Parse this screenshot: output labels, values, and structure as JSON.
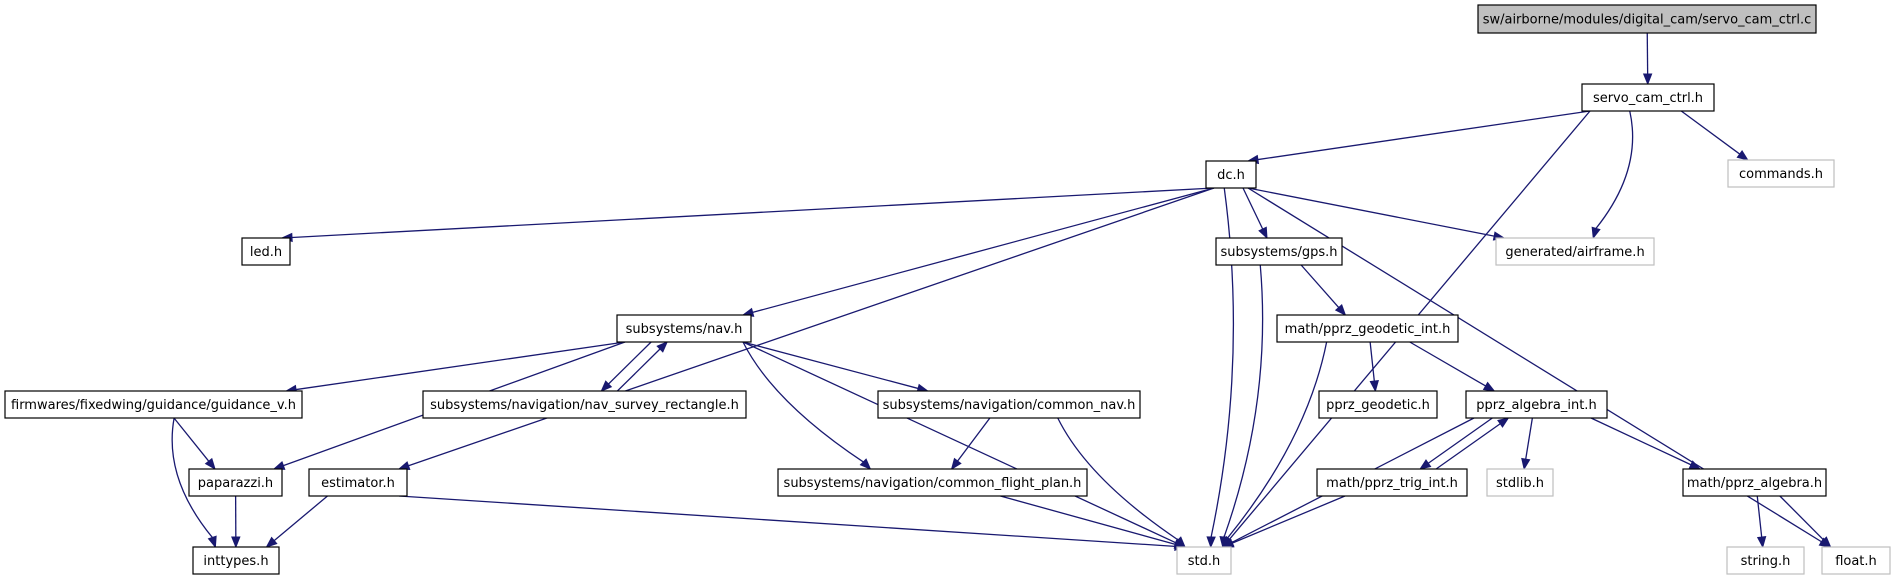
{
  "nodes": [
    {
      "id": "root",
      "label": "sw/airborne/modules/digital_cam/servo_cam_ctrl.c",
      "kind": "root"
    },
    {
      "id": "servo",
      "label": "servo_cam_ctrl.h",
      "kind": "normal"
    },
    {
      "id": "commands",
      "label": "commands.h",
      "kind": "missing"
    },
    {
      "id": "dc",
      "label": "dc.h",
      "kind": "normal"
    },
    {
      "id": "led",
      "label": "led.h",
      "kind": "normal"
    },
    {
      "id": "gps",
      "label": "subsystems/gps.h",
      "kind": "normal"
    },
    {
      "id": "airframe",
      "label": "generated/airframe.h",
      "kind": "missing"
    },
    {
      "id": "nav",
      "label": "subsystems/nav.h",
      "kind": "normal"
    },
    {
      "id": "geodint",
      "label": "math/pprz_geodetic_int.h",
      "kind": "normal"
    },
    {
      "id": "guidv",
      "label": "firmwares/fixedwing/guidance/guidance_v.h",
      "kind": "normal"
    },
    {
      "id": "navsurvey",
      "label": "subsystems/navigation/nav_survey_rectangle.h",
      "kind": "normal"
    },
    {
      "id": "commonnav",
      "label": "subsystems/navigation/common_nav.h",
      "kind": "normal"
    },
    {
      "id": "geod",
      "label": "pprz_geodetic.h",
      "kind": "normal"
    },
    {
      "id": "algint",
      "label": "pprz_algebra_int.h",
      "kind": "normal"
    },
    {
      "id": "paparazzi",
      "label": "paparazzi.h",
      "kind": "normal"
    },
    {
      "id": "estimator",
      "label": "estimator.h",
      "kind": "normal"
    },
    {
      "id": "cfp",
      "label": "subsystems/navigation/common_flight_plan.h",
      "kind": "normal"
    },
    {
      "id": "trigint",
      "label": "math/pprz_trig_int.h",
      "kind": "normal"
    },
    {
      "id": "stdlib",
      "label": "stdlib.h",
      "kind": "missing"
    },
    {
      "id": "alg",
      "label": "math/pprz_algebra.h",
      "kind": "normal"
    },
    {
      "id": "inttypes",
      "label": "inttypes.h",
      "kind": "normal"
    },
    {
      "id": "std",
      "label": "std.h",
      "kind": "missing"
    },
    {
      "id": "string",
      "label": "string.h",
      "kind": "missing"
    },
    {
      "id": "float",
      "label": "float.h",
      "kind": "missing"
    }
  ],
  "edges": [
    [
      "root",
      "servo"
    ],
    [
      "servo",
      "dc"
    ],
    [
      "servo",
      "commands"
    ],
    [
      "servo",
      "airframe"
    ],
    [
      "servo",
      "std"
    ],
    [
      "dc",
      "led"
    ],
    [
      "dc",
      "gps"
    ],
    [
      "dc",
      "airframe"
    ],
    [
      "dc",
      "nav"
    ],
    [
      "dc",
      "estimator"
    ],
    [
      "dc",
      "std"
    ],
    [
      "dc",
      "float"
    ],
    [
      "gps",
      "geodint"
    ],
    [
      "gps",
      "std"
    ],
    [
      "geodint",
      "geod"
    ],
    [
      "geodint",
      "algint"
    ],
    [
      "geodint",
      "std"
    ],
    [
      "nav",
      "guidv"
    ],
    [
      "nav",
      "navsurvey"
    ],
    [
      "navsurvey",
      "nav"
    ],
    [
      "nav",
      "commonnav"
    ],
    [
      "nav",
      "paparazzi"
    ],
    [
      "nav",
      "cfp"
    ],
    [
      "nav",
      "std"
    ],
    [
      "guidv",
      "paparazzi"
    ],
    [
      "guidv",
      "inttypes"
    ],
    [
      "commonnav",
      "cfp"
    ],
    [
      "commonnav",
      "std"
    ],
    [
      "algint",
      "trigint"
    ],
    [
      "trigint",
      "algint"
    ],
    [
      "algint",
      "stdlib"
    ],
    [
      "algint",
      "alg"
    ],
    [
      "algint",
      "std"
    ],
    [
      "paparazzi",
      "inttypes"
    ],
    [
      "estimator",
      "inttypes"
    ],
    [
      "estimator",
      "std"
    ],
    [
      "cfp",
      "std"
    ],
    [
      "trigint",
      "std"
    ],
    [
      "alg",
      "string"
    ],
    [
      "alg",
      "float"
    ]
  ],
  "colors": {
    "edge": "#191970",
    "missing_border": "#bfbfbf",
    "root_fill": "#bfbfbf"
  }
}
